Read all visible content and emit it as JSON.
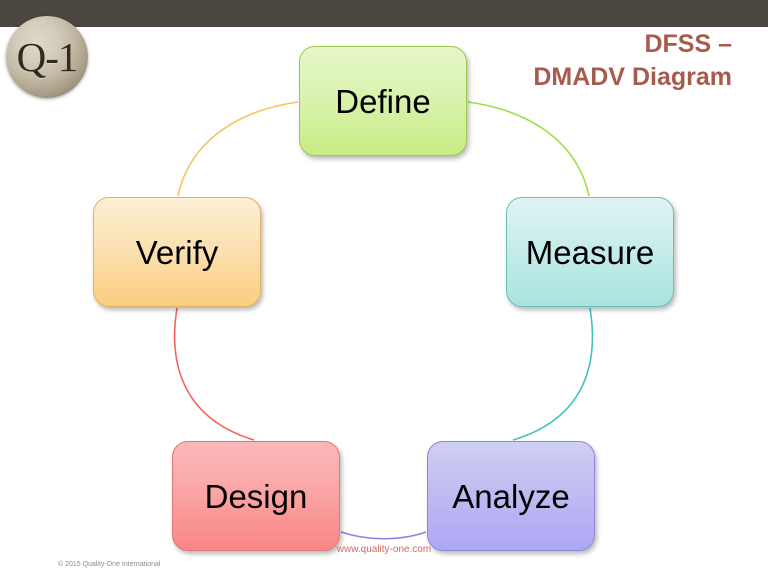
{
  "slide": {
    "background_color": "#ffffff",
    "topbar_color": "#4C4641"
  },
  "logo": {
    "name": "Q-1",
    "text": "Q-1"
  },
  "title": {
    "line1": "DFSS –",
    "line2": "DMADV Diagram",
    "color": "#A85A4C"
  },
  "diagram": {
    "type": "cycle",
    "stages": [
      {
        "id": "define",
        "label": "Define",
        "fill": "#d9f2ae",
        "border": "#9ec94f",
        "order": 1
      },
      {
        "id": "measure",
        "label": "Measure",
        "fill": "#c6ecea",
        "border": "#6dbdb8",
        "order": 2
      },
      {
        "id": "analyze",
        "label": "Analyze",
        "fill": "#c0bdf2",
        "border": "#8e86d8",
        "order": 3
      },
      {
        "id": "design",
        "label": "Design",
        "fill": "#fba6a6",
        "border": "#e07777",
        "order": 4
      },
      {
        "id": "verify",
        "label": "Verify",
        "fill": "#fbe1b2",
        "border": "#e0b263",
        "order": 5
      }
    ],
    "connectors": [
      {
        "id": "define-measure",
        "from": "Define",
        "to": "Measure",
        "color": "#9ede4a"
      },
      {
        "id": "measure-analyze",
        "from": "Measure",
        "to": "Analyze",
        "color": "#3fc3bd"
      },
      {
        "id": "analyze-design",
        "from": "Analyze",
        "to": "Design",
        "color": "#8b84e0"
      },
      {
        "id": "design-verify",
        "from": "Design",
        "to": "Verify",
        "color": "#f9635f"
      },
      {
        "id": "verify-define",
        "from": "Verify",
        "to": "Define",
        "color": "#f7c35e"
      }
    ]
  },
  "footer": {
    "copyright": "© 2015 Quality-One International",
    "website": "www.quality-one.com",
    "website_color": "#d06a60"
  }
}
